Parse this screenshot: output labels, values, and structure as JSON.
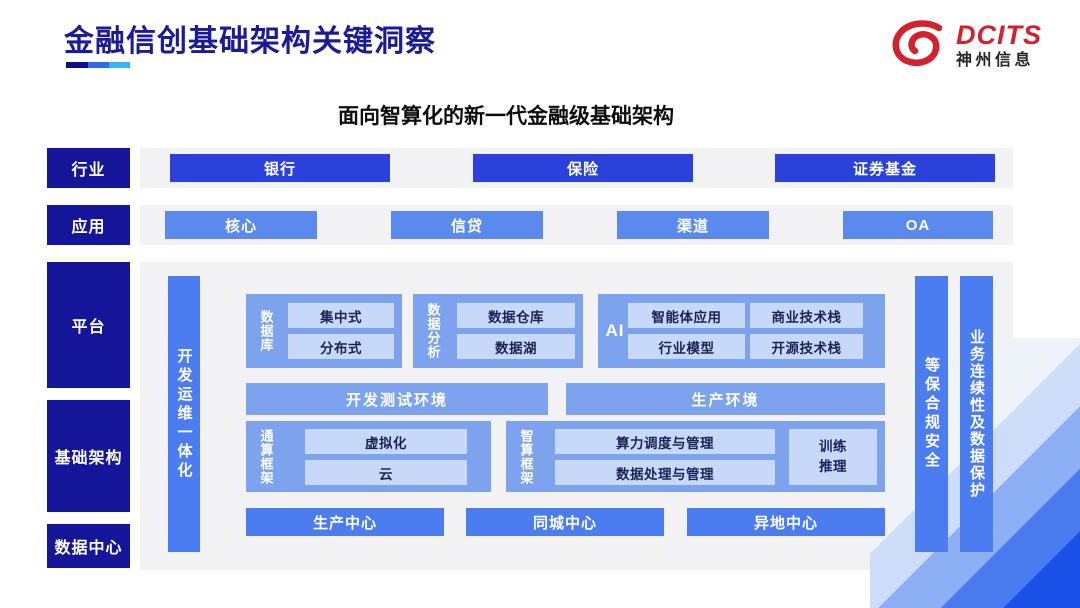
{
  "slide": {
    "title": "金融信创基础架构关键洞察",
    "logo": {
      "brand": "DCITS",
      "company": "神州信息"
    },
    "subtitle": "面向智算化的新一代金融级基础架构"
  },
  "industry": {
    "label": "行业",
    "items": [
      "银行",
      "保险",
      "证券基金"
    ]
  },
  "application": {
    "label": "应用",
    "items": [
      "核心",
      "信贷",
      "渠道",
      "OA"
    ]
  },
  "side": {
    "platform": "平台",
    "infrastructure": "基础架构",
    "datacenter": "数据中心"
  },
  "platform": {
    "devops_bar": "开发运维一体化",
    "database": {
      "label": "数据库",
      "items": [
        "集中式",
        "分布式"
      ]
    },
    "analytics": {
      "label": "数据分析",
      "items": [
        "数据仓库",
        "数据湖"
      ]
    },
    "ai": {
      "label": "AI",
      "items": [
        "智能体应用",
        "商业技术栈",
        "行业模型",
        "开源技术栈"
      ]
    },
    "environments": [
      "开发测试环境",
      "生产环境"
    ],
    "general_compute": {
      "label": "通算框架",
      "items": [
        "虚拟化",
        "云"
      ]
    },
    "intelligent_compute": {
      "label": "智算框架",
      "items": [
        "算力调度与管理",
        "数据处理与管理"
      ],
      "aside": "训练推理"
    },
    "centers": [
      "生产中心",
      "同城中心",
      "异地中心"
    ],
    "security_bar": "等保合规安全",
    "continuity_bar": "业务连续性及数据保护"
  },
  "colors": {
    "title_navy": "#1b1b99",
    "navy_label": "#15159a",
    "industry_button": "#2c41dc",
    "application_button": "#5a8aee",
    "pillar_bar": "#4b7cf0",
    "group_box": "#7ea3ee",
    "chip": "#c8d8f8",
    "chip_text": "#1b2356",
    "panel_gray": "#f2f2f4",
    "brand_red": "#d5212e"
  }
}
